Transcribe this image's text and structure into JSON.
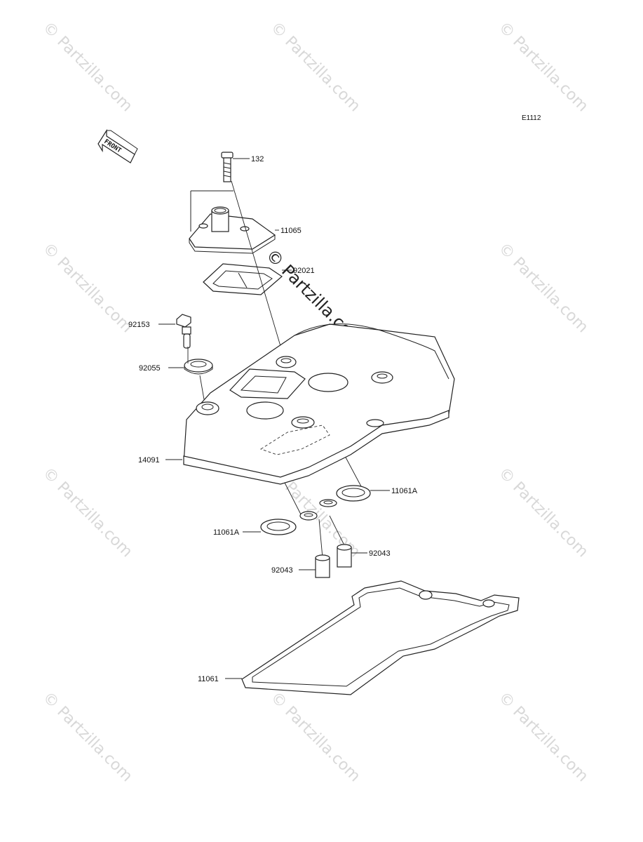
{
  "diagram": {
    "code": "E1112",
    "front_label": "FRONT",
    "center_watermark": "© Partzilla.com",
    "watermark_text": "© Partzilla.com",
    "parts": [
      {
        "id": "132"
      },
      {
        "id": "11065"
      },
      {
        "id": "92021"
      },
      {
        "id": "92153"
      },
      {
        "id": "92055"
      },
      {
        "id": "14091"
      },
      {
        "id": "11061A"
      },
      {
        "id": "11061A"
      },
      {
        "id": "92043"
      },
      {
        "id": "92043"
      },
      {
        "id": "11061"
      }
    ]
  }
}
